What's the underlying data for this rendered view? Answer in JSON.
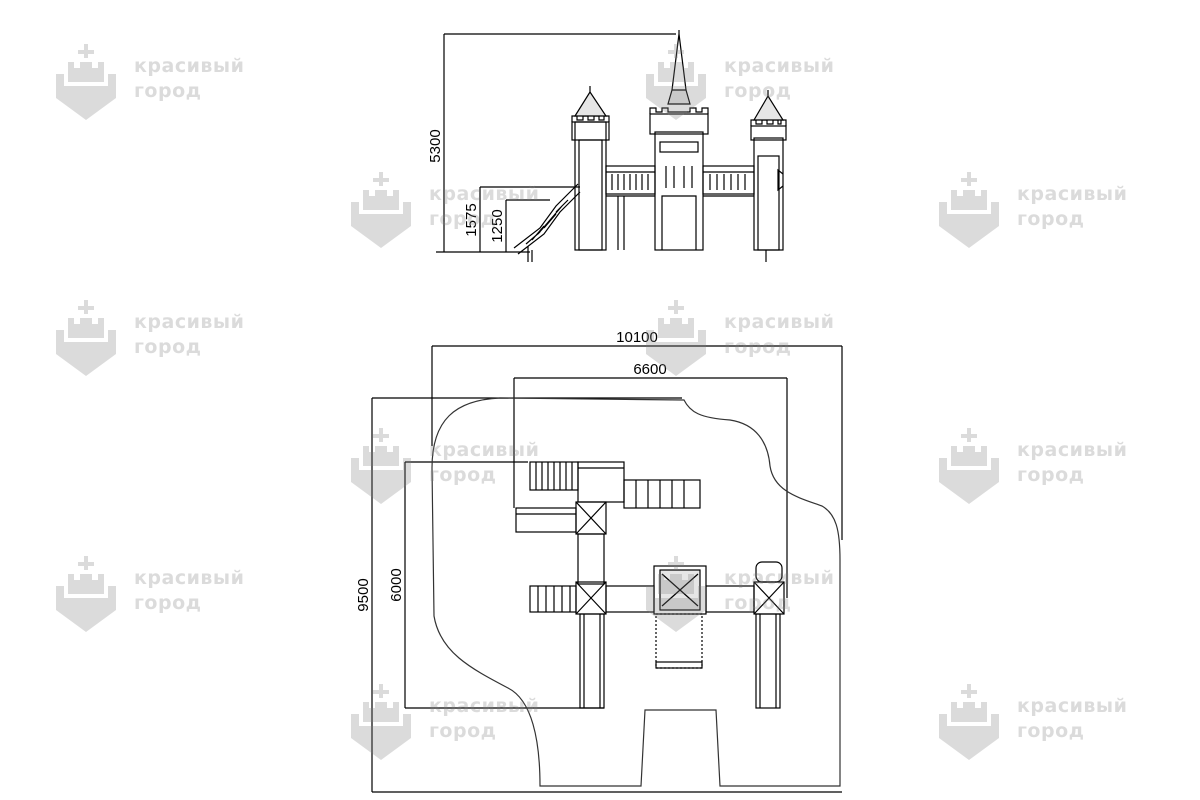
{
  "watermark": {
    "line1": "красивый",
    "line2": "город",
    "color": "#7f7f7f"
  },
  "elevation_view": {
    "dim_total_height": "5300",
    "dim_platform_high": "1575",
    "dim_platform_low": "1250"
  },
  "plan_view": {
    "dim_overall_width": "10100",
    "dim_equipment_width": "6600",
    "dim_overall_depth": "9500",
    "dim_equipment_depth": "6000"
  },
  "colors": {
    "line": "#000000",
    "zone_outline": "#333333",
    "roof_fill": "#e6e6e6"
  }
}
